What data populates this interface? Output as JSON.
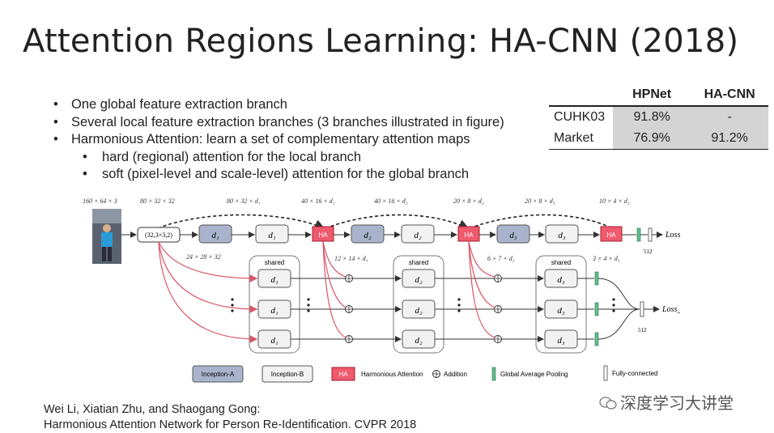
{
  "slide": {
    "title": "Attention Regions Learning: HA-CNN (2018)",
    "bullets": [
      "One global feature extraction branch",
      "Several local feature extraction branches (3 branches illustrated in figure)",
      "Harmonious Attention: learn a set of complementary attention maps"
    ],
    "sub_bullets": [
      "hard (regional) attention for the local branch",
      "soft (pixel-level and scale-level) attention for the global branch"
    ],
    "citation": [
      "Wei Li, Xiatian Zhu, and Shaogang Gong:",
      "Harmonious Attention Network for Person Re-Identification. CVPR 2018"
    ],
    "watermark": "深度学习大讲堂"
  },
  "results_table": {
    "headers": [
      "",
      "HPNet",
      "HA-CNN"
    ],
    "rows": [
      {
        "dataset": "CUHK03",
        "hpnet": "91.8%",
        "hacnn": "-"
      },
      {
        "dataset": "Market",
        "hpnet": "76.9%",
        "hacnn": "91.2%"
      }
    ]
  },
  "figure": {
    "dims": {
      "input": "160 × 64 × 3",
      "g0": "80 × 32 × 32",
      "g1": "80 × 32 × d₁",
      "g2": "40 × 16 × d₁",
      "g3": "40 × 16 × d₂",
      "g4": "20 × 8 × d₂",
      "g5": "20 × 8 × d₃",
      "g6": "10 × 4 × d₃",
      "l0": "24 × 28 × 32",
      "l1": "12 × 14 × d₁",
      "l2": "6 × 7 × d₂",
      "l3": "3 × 4 × d₃"
    },
    "conv_label": "(32,3×3,2)",
    "blocks": {
      "d1": "d₁",
      "d2": "d₂",
      "d3": "d₃"
    },
    "ha_label": "HA",
    "shared_label": "shared",
    "loss_global": "Loss_G",
    "loss_local": "Loss_L",
    "fc_dim": "512",
    "legend": {
      "inception_a": "Inception-A",
      "inception_b": "Inception-B",
      "ha": "HA",
      "harmonious_attention": "Harmonious Attention",
      "addition": "Addition",
      "gap": "Global Average Pooling",
      "fc": "Fully-connected"
    },
    "colors": {
      "inception_a": "#a9b4cc",
      "inception_b": "#f2f2f2",
      "ha": "#f05a6e",
      "gap": "#5fbf8f",
      "attention_link": "#d9566a"
    }
  }
}
